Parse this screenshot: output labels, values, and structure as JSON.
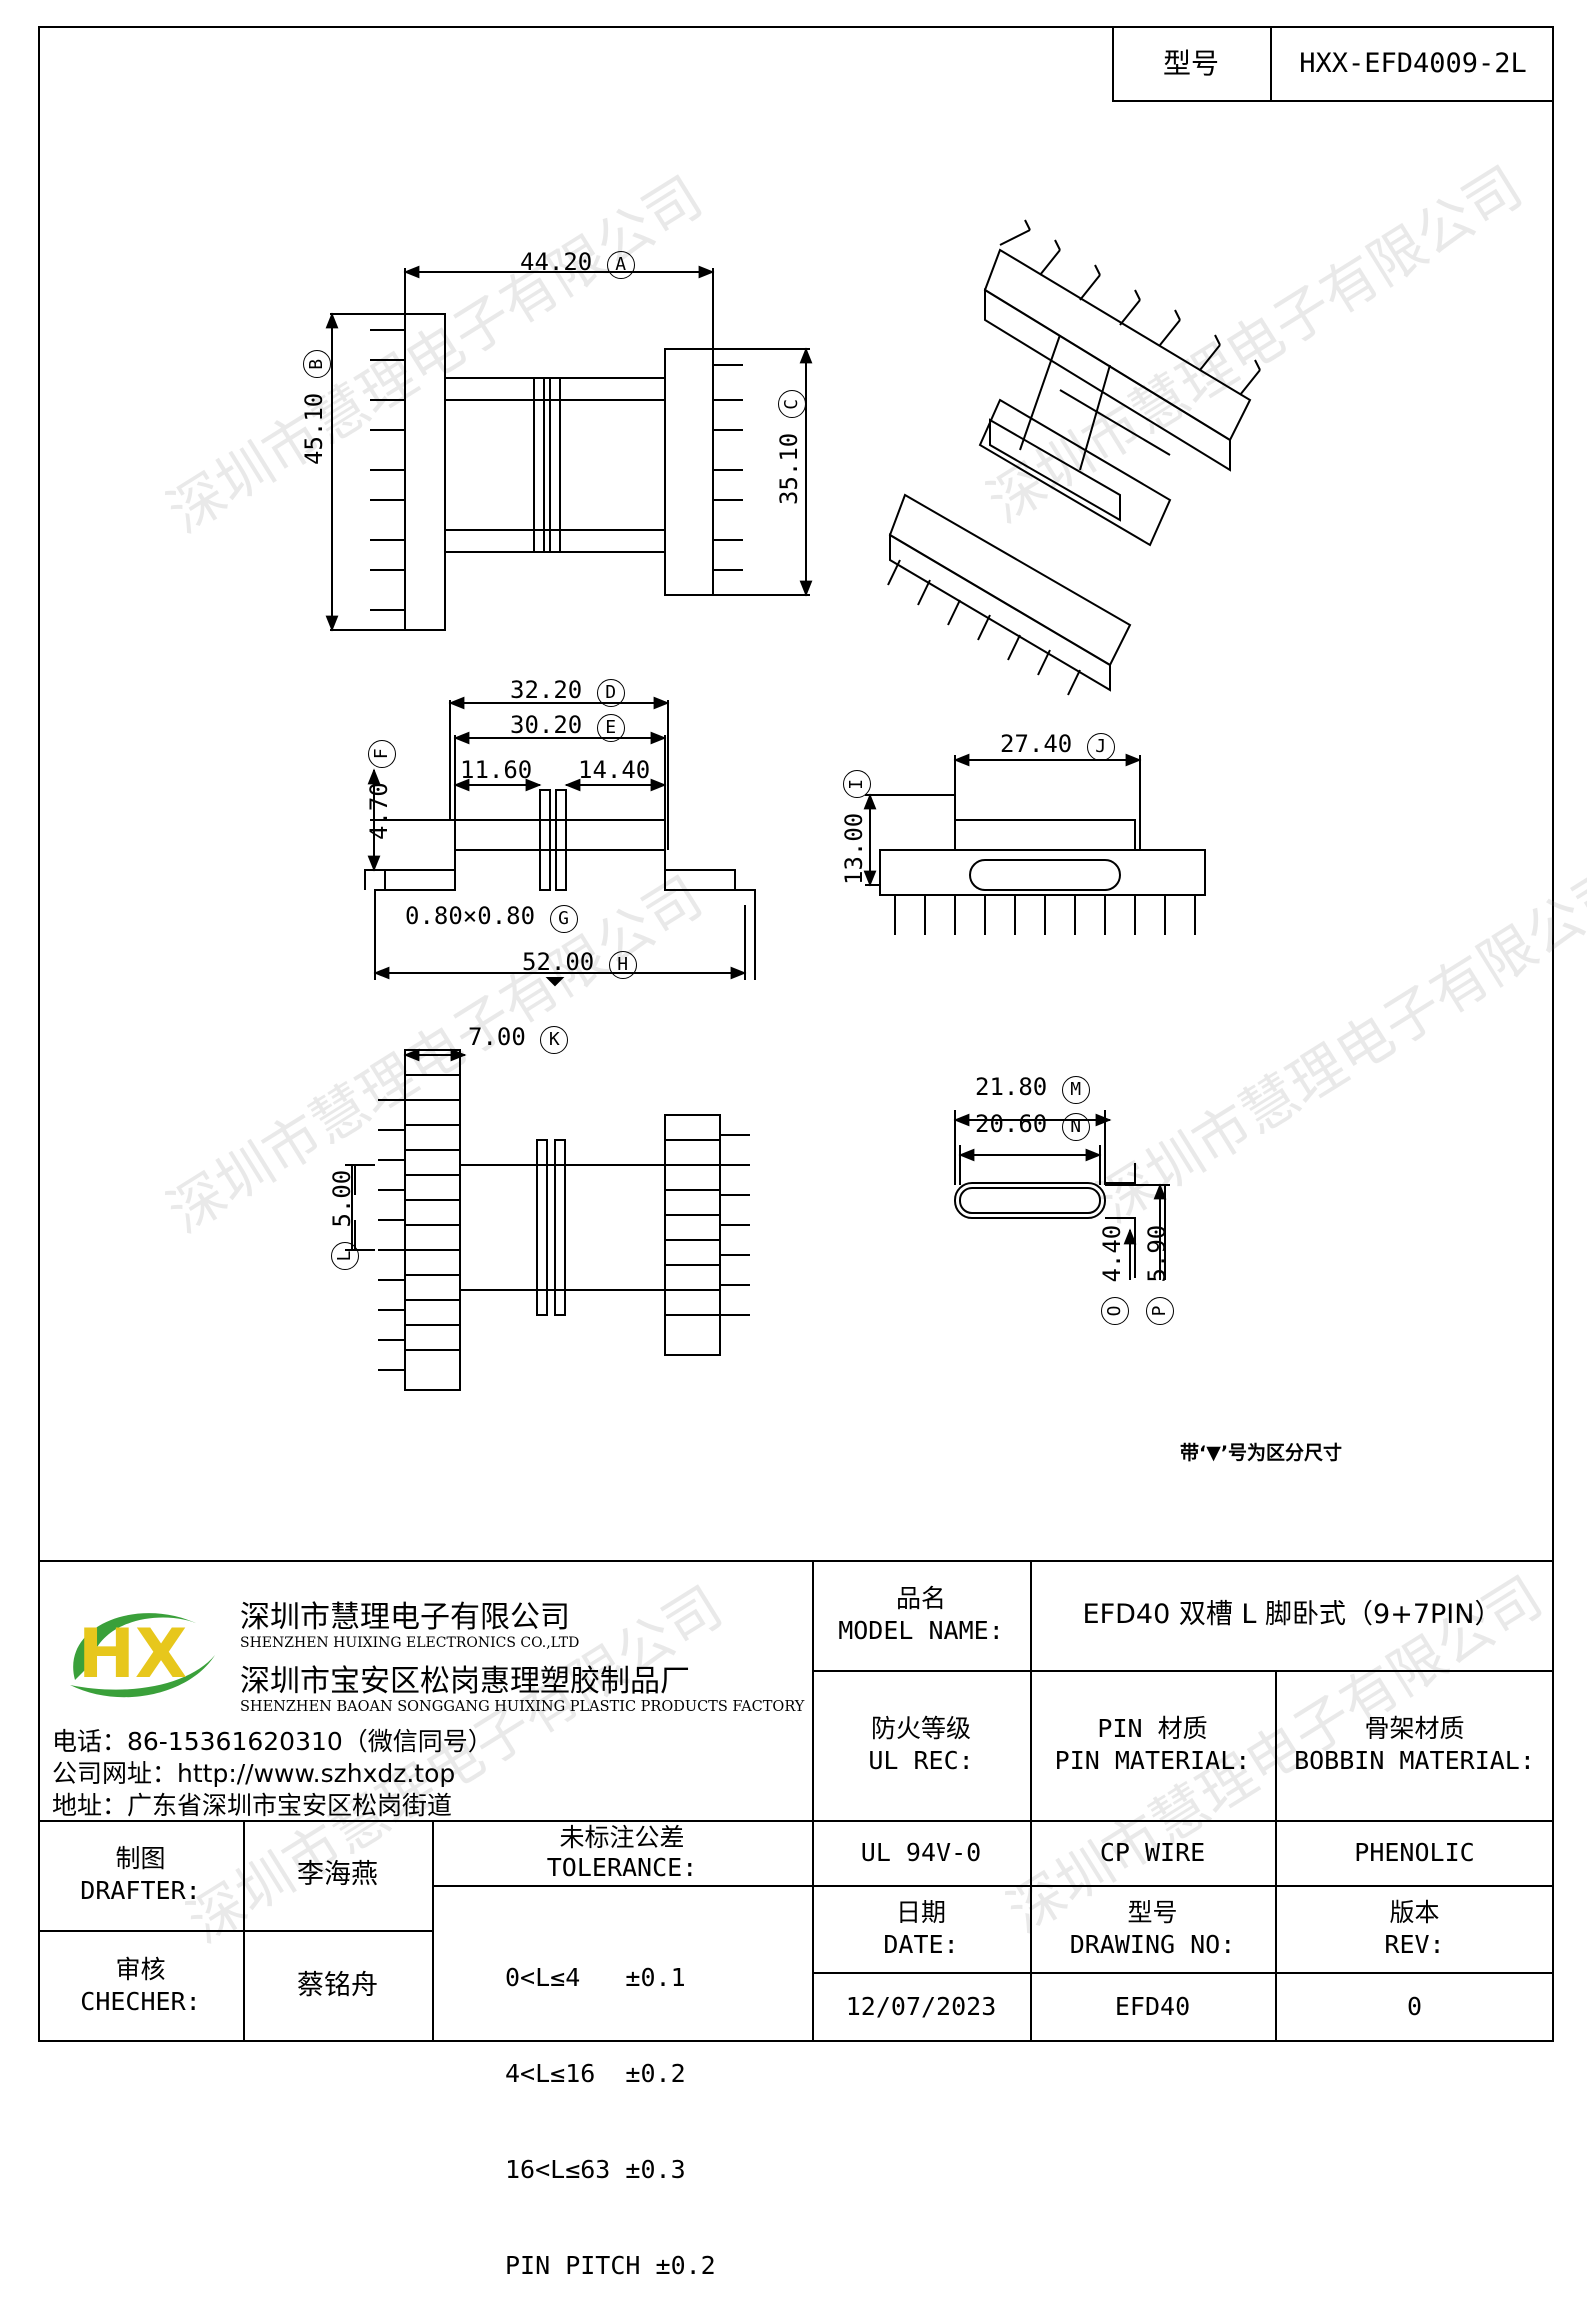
{
  "header": {
    "model_label": "型号",
    "model_value": "HXX-EFD4009-2L"
  },
  "dimensions": {
    "A": "44.20",
    "A_mark": "A",
    "B": "45.10",
    "B_mark": "B",
    "C": "35.10",
    "C_mark": "C",
    "D": "32.20",
    "D_mark": "D",
    "E": "30.20",
    "E_mark": "E",
    "e1": "11.60",
    "e2": "14.40",
    "F": "4.70",
    "F_mark": "F",
    "G": "0.80×0.80",
    "G_mark": "G",
    "H": "52.00",
    "H_mark": "H",
    "I": "13.00",
    "I_mark": "I",
    "J": "27.40",
    "J_mark": "J",
    "K": "7.00",
    "K_mark": "K",
    "L": "5.00",
    "L_mark": "L",
    "M": "21.80",
    "M_mark": "M",
    "N": "20.60",
    "N_mark": "N",
    "O": "4.40",
    "O_mark": "O",
    "P": "5.90",
    "P_mark": "P"
  },
  "note": "带‘▼’号为区分尺寸",
  "watermark": "深圳市慧理电子有限公司",
  "company": {
    "logo_text": "HX",
    "name_cn": "深圳市慧理电子有限公司",
    "name_en": "SHENZHEN HUIXING ELECTRONICS CO.,LTD",
    "factory_cn": "深圳市宝安区松岗惠理塑胶制品厂",
    "factory_en": "SHENZHEN BAOAN SONGGANG HUIXING PLASTIC PRODUCTS FACTORY",
    "phone": "电话：86-15361620310（微信同号）",
    "website": "公司网址：http://www.szhxdz.top",
    "address": "地址：广东省深圳市宝安区松岗街道"
  },
  "title_block": {
    "model_name_label_cn": "品名",
    "model_name_label_en": "MODEL NAME:",
    "model_name_value": "EFD40 双槽 L 脚卧式（9+7PIN）",
    "ul_label_cn": "防火等级",
    "ul_label_en": "UL REC:",
    "pin_label_cn": "PIN 材质",
    "pin_label_en": "PIN MATERIAL:",
    "bobbin_label_cn": "骨架材质",
    "bobbin_label_en": "BOBBIN MATERIAL:",
    "ul_value": "UL 94V-0",
    "pin_value": "CP WIRE",
    "bobbin_value": "PHENOLIC",
    "drafter_label_cn": "制图",
    "drafter_label_en": "DRAFTER:",
    "drafter_value": "李海燕",
    "checker_label_cn": "审核",
    "checker_label_en": "CHECHER:",
    "checker_value": "蔡铭舟",
    "tolerance_label_cn": "未标注公差",
    "tolerance_label_en": "TOLERANCE:",
    "tolerance_lines": [
      "0<L≤4   ±0.1",
      "4<L≤16  ±0.2",
      "16<L≤63 ±0.3",
      "PIN PITCH ±0.2"
    ],
    "date_label_cn": "日期",
    "date_label_en": "DATE:",
    "date_value": "12/07/2023",
    "drawing_label_cn": "型号",
    "drawing_label_en": "DRAWING NO:",
    "drawing_value": "EFD40",
    "rev_label_cn": "版本",
    "rev_label_en": "REV:",
    "rev_value": "0"
  },
  "colors": {
    "logo_green": "#3aa03a",
    "logo_yellow": "#e7c71c",
    "line": "#000000"
  }
}
